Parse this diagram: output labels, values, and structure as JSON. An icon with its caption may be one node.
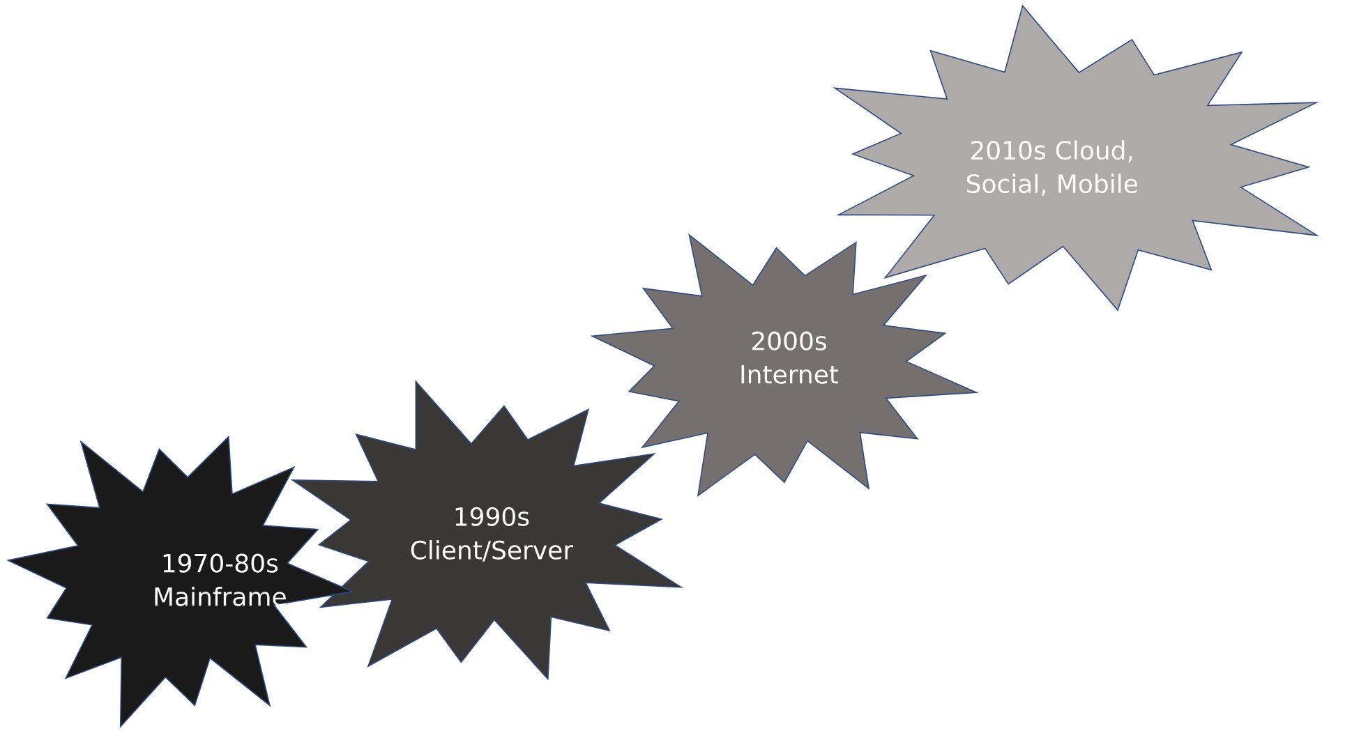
{
  "diagram": {
    "nodes": [
      {
        "text": [
          "1970-80s Mainframe"
        ]
      },
      {
        "text": [
          "1990s Client/Server"
        ]
      },
      {
        "text": [
          "2000s Internet"
        ]
      },
      {
        "text": [
          "2010s Cloud, Social, Mobile"
        ]
      }
    ]
  }
}
